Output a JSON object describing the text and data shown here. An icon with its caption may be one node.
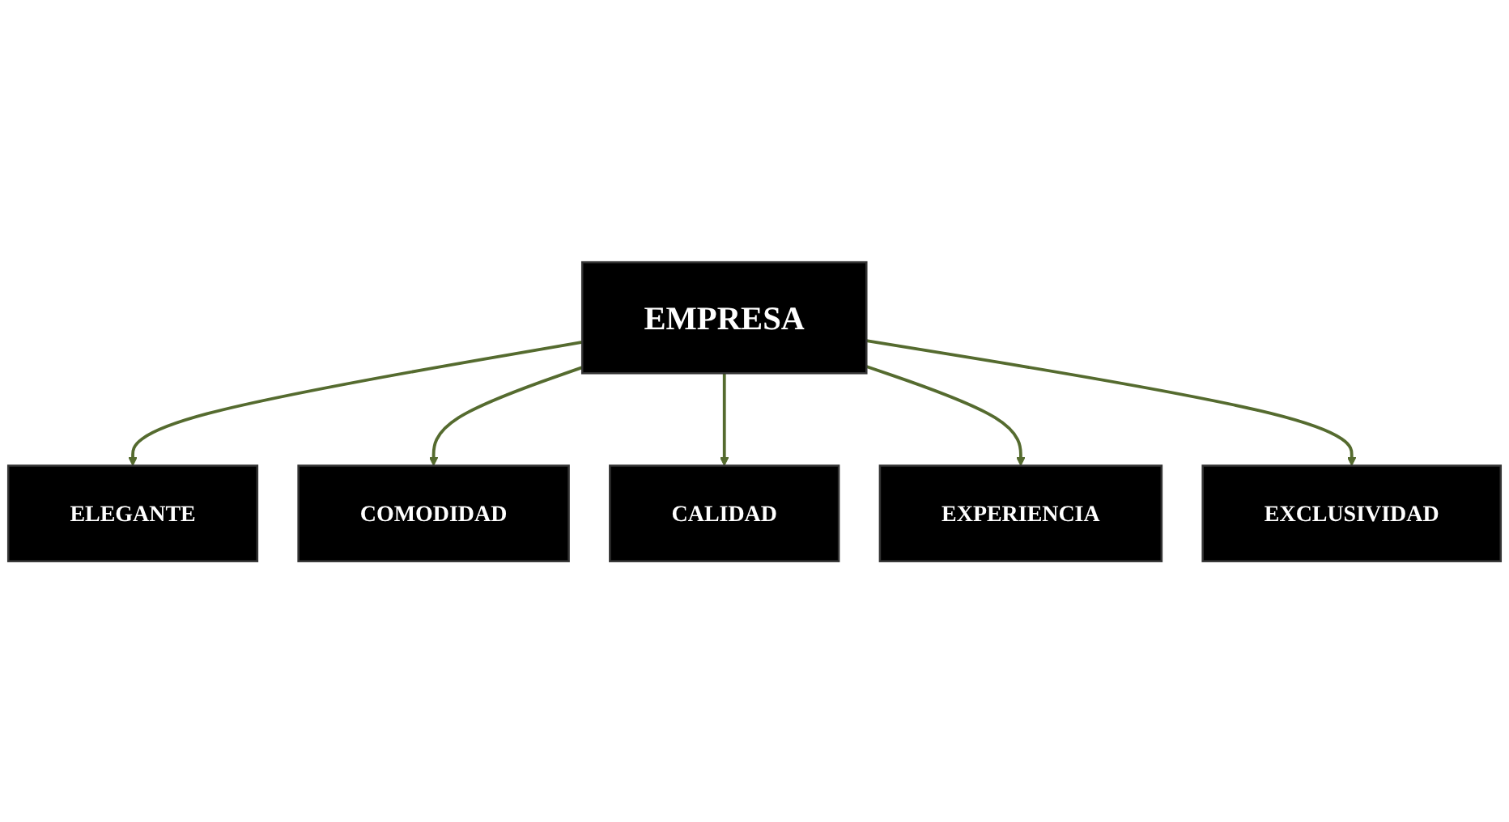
{
  "diagram": {
    "nodes": [
      {
        "text": [
          "ELEGANTE"
        ]
      },
      {
        "text": [
          "COMODIDAD"
        ]
      },
      {
        "text": [
          "CALIDAD"
        ]
      },
      {
        "text": [
          "EMPRESA"
        ]
      },
      {
        "text": [
          "EXPERIENCIA"
        ]
      },
      {
        "text": [
          "EXCLUSIVIDAD"
        ]
      }
    ],
    "edges": [
      {
        "from": 3,
        "to": 0,
        "arrow": "to"
      },
      {
        "from": 3,
        "to": 1,
        "arrow": "to"
      },
      {
        "from": 3,
        "to": 2,
        "arrow": "to"
      },
      {
        "from": 3,
        "to": 4,
        "arrow": "to"
      },
      {
        "from": 3,
        "to": 5,
        "arrow": "to"
      }
    ]
  }
}
